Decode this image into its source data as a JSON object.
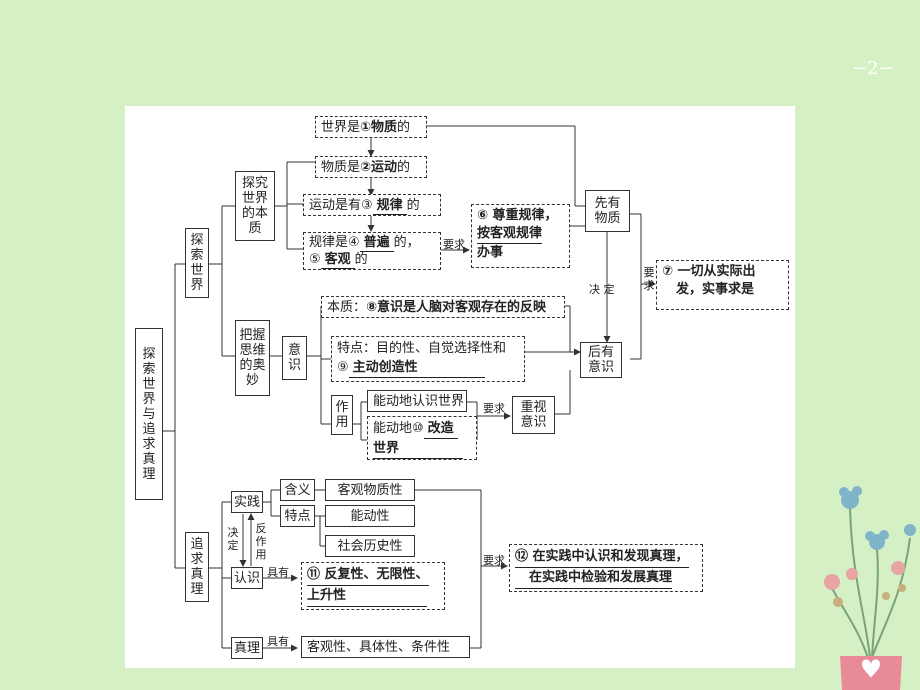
{
  "slide_number": "−2−",
  "root": "探索世界与追求真理",
  "branch_explore": "探索世界",
  "branch_truth": "追求真理",
  "nature_box": "探究世界的本质",
  "consciousness_box": "把握思维的奥妙",
  "consciousness_word": "意识",
  "role_word": "作用",
  "n1": {
    "prefix": "世界是",
    "answer": "①物质",
    "suffix": "的"
  },
  "n2": {
    "prefix": "物质是",
    "answer": "②运动",
    "suffix": "的"
  },
  "n3": {
    "prefix": "运动是有③",
    "answer": "规律",
    "suffix": "的"
  },
  "n4": {
    "prefix": "规律是④",
    "answer": "普遍",
    "mid": "的，",
    "num5": "⑤",
    "answer5": "客观",
    "suffix": "的"
  },
  "n6": {
    "line1": "⑥ 尊重规律，",
    "line2": "按客观规律",
    "line3": "办事"
  },
  "first_matter": "先有物质",
  "decide": "决 定",
  "require": "要求",
  "n7": {
    "line1": "⑦ 一切从实际出",
    "line2": "发，实事求是"
  },
  "n8": {
    "prefix": "本质：",
    "answer": "⑧意识是人脑对客观存在的反映"
  },
  "n9": {
    "prefix": "特点：目的性、自觉选择性和",
    "num": "⑨",
    "answer": "主动创造性"
  },
  "later_consciousness": "后有意识",
  "role1": "能动地认识世界",
  "role2": {
    "prefix": "能动地⑩",
    "answer": "改造",
    "line2": "世界"
  },
  "value_consciousness": "重视意识",
  "practice": "实践",
  "meaning": "含义",
  "features": "特点",
  "objective": "客观物质性",
  "dynamic": "能动性",
  "social": "社会历史性",
  "decides": "决定",
  "reacts": "反作用",
  "cognition": "认识",
  "has": "具有",
  "n11": {
    "line1": "⑪ 反复性、无限性、",
    "line2": "上升性"
  },
  "truth": "真理",
  "truth_props": "客观性、具体性、条件性",
  "n12": {
    "line1": "⑫ 在实践中认识和发现真理，",
    "line2": "在实践中检验和发展真理"
  },
  "colors": {
    "background": "#d4f0c4",
    "canvas": "#ffffff",
    "line": "#333333"
  }
}
